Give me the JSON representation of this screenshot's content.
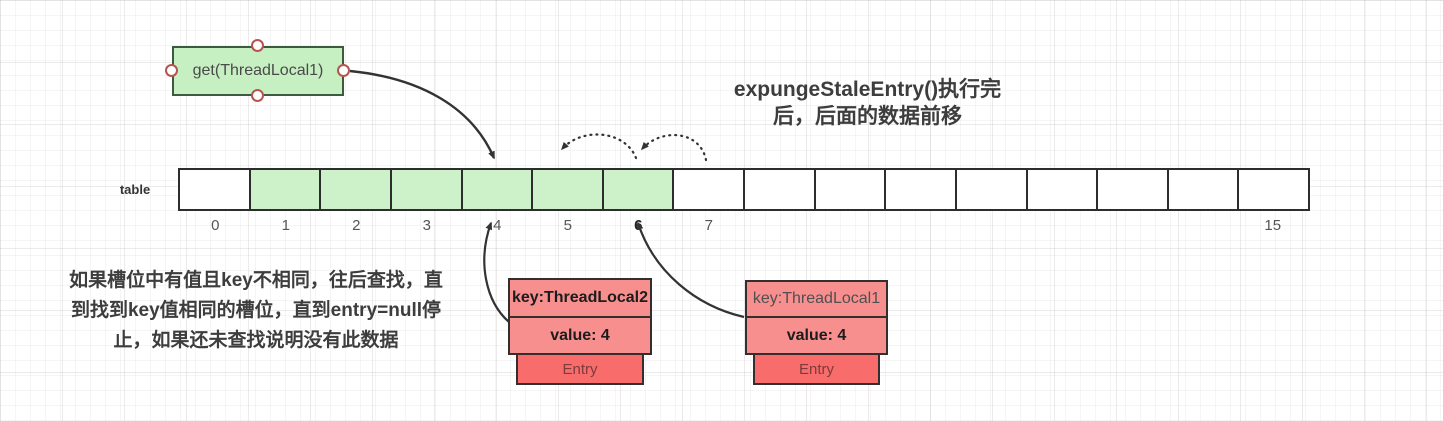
{
  "title": {
    "line1": "expungeStaleEntry()执行完",
    "line2": "后，后面的数据前移"
  },
  "get_box": {
    "label": "get(ThreadLocal1)"
  },
  "array": {
    "label": "table",
    "slot_count": 16,
    "green_slots": [
      1,
      2,
      3,
      4,
      5,
      6
    ],
    "index_labels": [
      {
        "slot": 0,
        "text": "0",
        "bold": false
      },
      {
        "slot": 1,
        "text": "1",
        "bold": false
      },
      {
        "slot": 2,
        "text": "2",
        "bold": false
      },
      {
        "slot": 3,
        "text": "3",
        "bold": false
      },
      {
        "slot": 4,
        "text": "4",
        "bold": false
      },
      {
        "slot": 5,
        "text": "5",
        "bold": false
      },
      {
        "slot": 6,
        "text": "6",
        "bold": true
      },
      {
        "slot": 7,
        "text": "7",
        "bold": false
      },
      {
        "slot": 15,
        "text": "15",
        "bold": false
      }
    ]
  },
  "note": {
    "line1": "如果槽位中有值且key不相同，往后查找，直",
    "line2": "到找到key值相同的槽位，直到entry=null停",
    "line3": "止，如果还未查找说明没有此数据"
  },
  "entries": [
    {
      "key": "key:ThreadLocal2",
      "value": "value: 4",
      "type_label": "Entry",
      "points_to_slot": "4"
    },
    {
      "key": "key:ThreadLocal1",
      "value": "value: 4",
      "type_label": "Entry",
      "points_to_slot": "6"
    }
  ],
  "colors": {
    "slot_green": "#cdf2ca",
    "get_box_green": "#c6efc2",
    "get_box_border": "#3d5a3f",
    "entry_cell_salmon": "#f88f8f",
    "entry_footer_red": "#f96c6c",
    "entry_footer_text": "#7d3b3b",
    "connector_ring": "#b85450",
    "arrow": "#333333",
    "slot_border": "#2d2d2d"
  }
}
